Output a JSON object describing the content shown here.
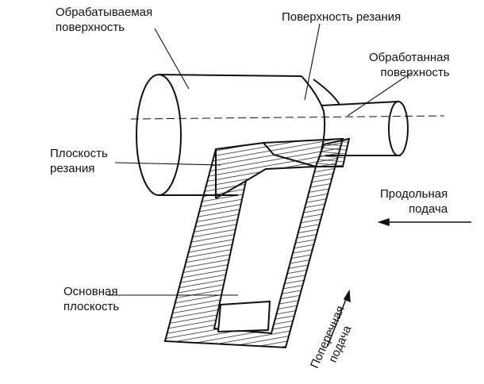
{
  "labels": {
    "workpiece_surface": [
      "Обрабатываемая",
      "поверхность"
    ],
    "cutting_surface": "Поверхность резания",
    "machined_surface": [
      "Обработанная",
      "поверхность"
    ],
    "cutting_plane": [
      "Плоскость",
      "резания"
    ],
    "longitudinal_feed": [
      "Продольная",
      "подача"
    ],
    "base_plane": [
      "Основная",
      "плоскость"
    ],
    "cross_feed": [
      "Поперечная",
      "подача"
    ]
  },
  "colors": {
    "ink": "#111111",
    "background": "#ffffff"
  }
}
